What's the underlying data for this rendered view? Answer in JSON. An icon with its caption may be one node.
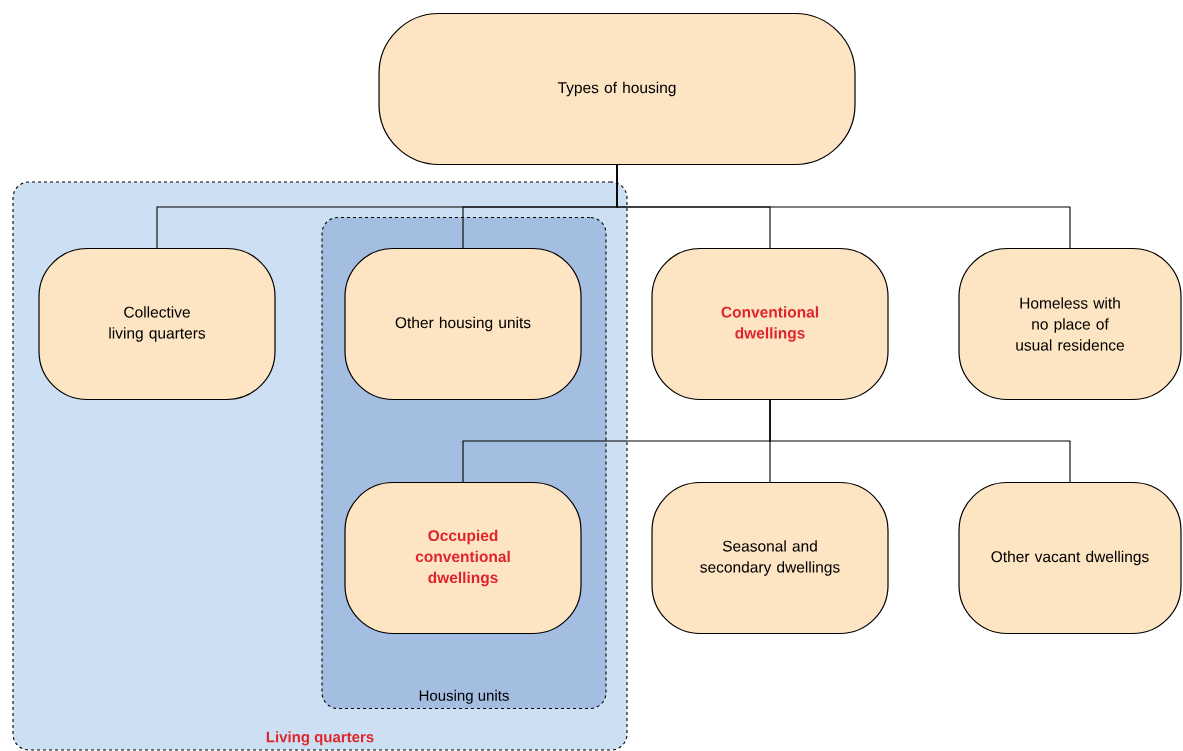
{
  "diagram": {
    "nodes": [
      {
        "text": [
          "Types of housing"
        ]
      },
      {
        "text": [
          "Living quarters"
        ]
      },
      {
        "text": [
          "Housing units"
        ],
        "in": 1
      },
      {
        "text": [
          "Collective living quarters"
        ],
        "in": 1
      },
      {
        "text": [
          "Other housing units"
        ],
        "in": 2
      },
      {
        "text": [
          "Conventional dwellings"
        ]
      },
      {
        "text": [
          "Homeless with no place of usual residence"
        ]
      },
      {
        "text": [
          "Occupied conventional dwellings"
        ],
        "in": 2
      },
      {
        "text": [
          "Seasonal and secondary dwellings"
        ]
      },
      {
        "text": [
          "Other vacant dwellings"
        ]
      }
    ],
    "edges": [
      {
        "from": 0,
        "to": 3,
        "arrow": "none"
      },
      {
        "from": 0,
        "to": 4,
        "arrow": "none"
      },
      {
        "from": 0,
        "to": 5,
        "arrow": "none"
      },
      {
        "from": 0,
        "to": 6,
        "arrow": "none"
      },
      {
        "from": 5,
        "to": 7,
        "arrow": "none"
      },
      {
        "from": 5,
        "to": 8,
        "arrow": "none"
      },
      {
        "from": 5,
        "to": 9,
        "arrow": "none"
      }
    ]
  }
}
